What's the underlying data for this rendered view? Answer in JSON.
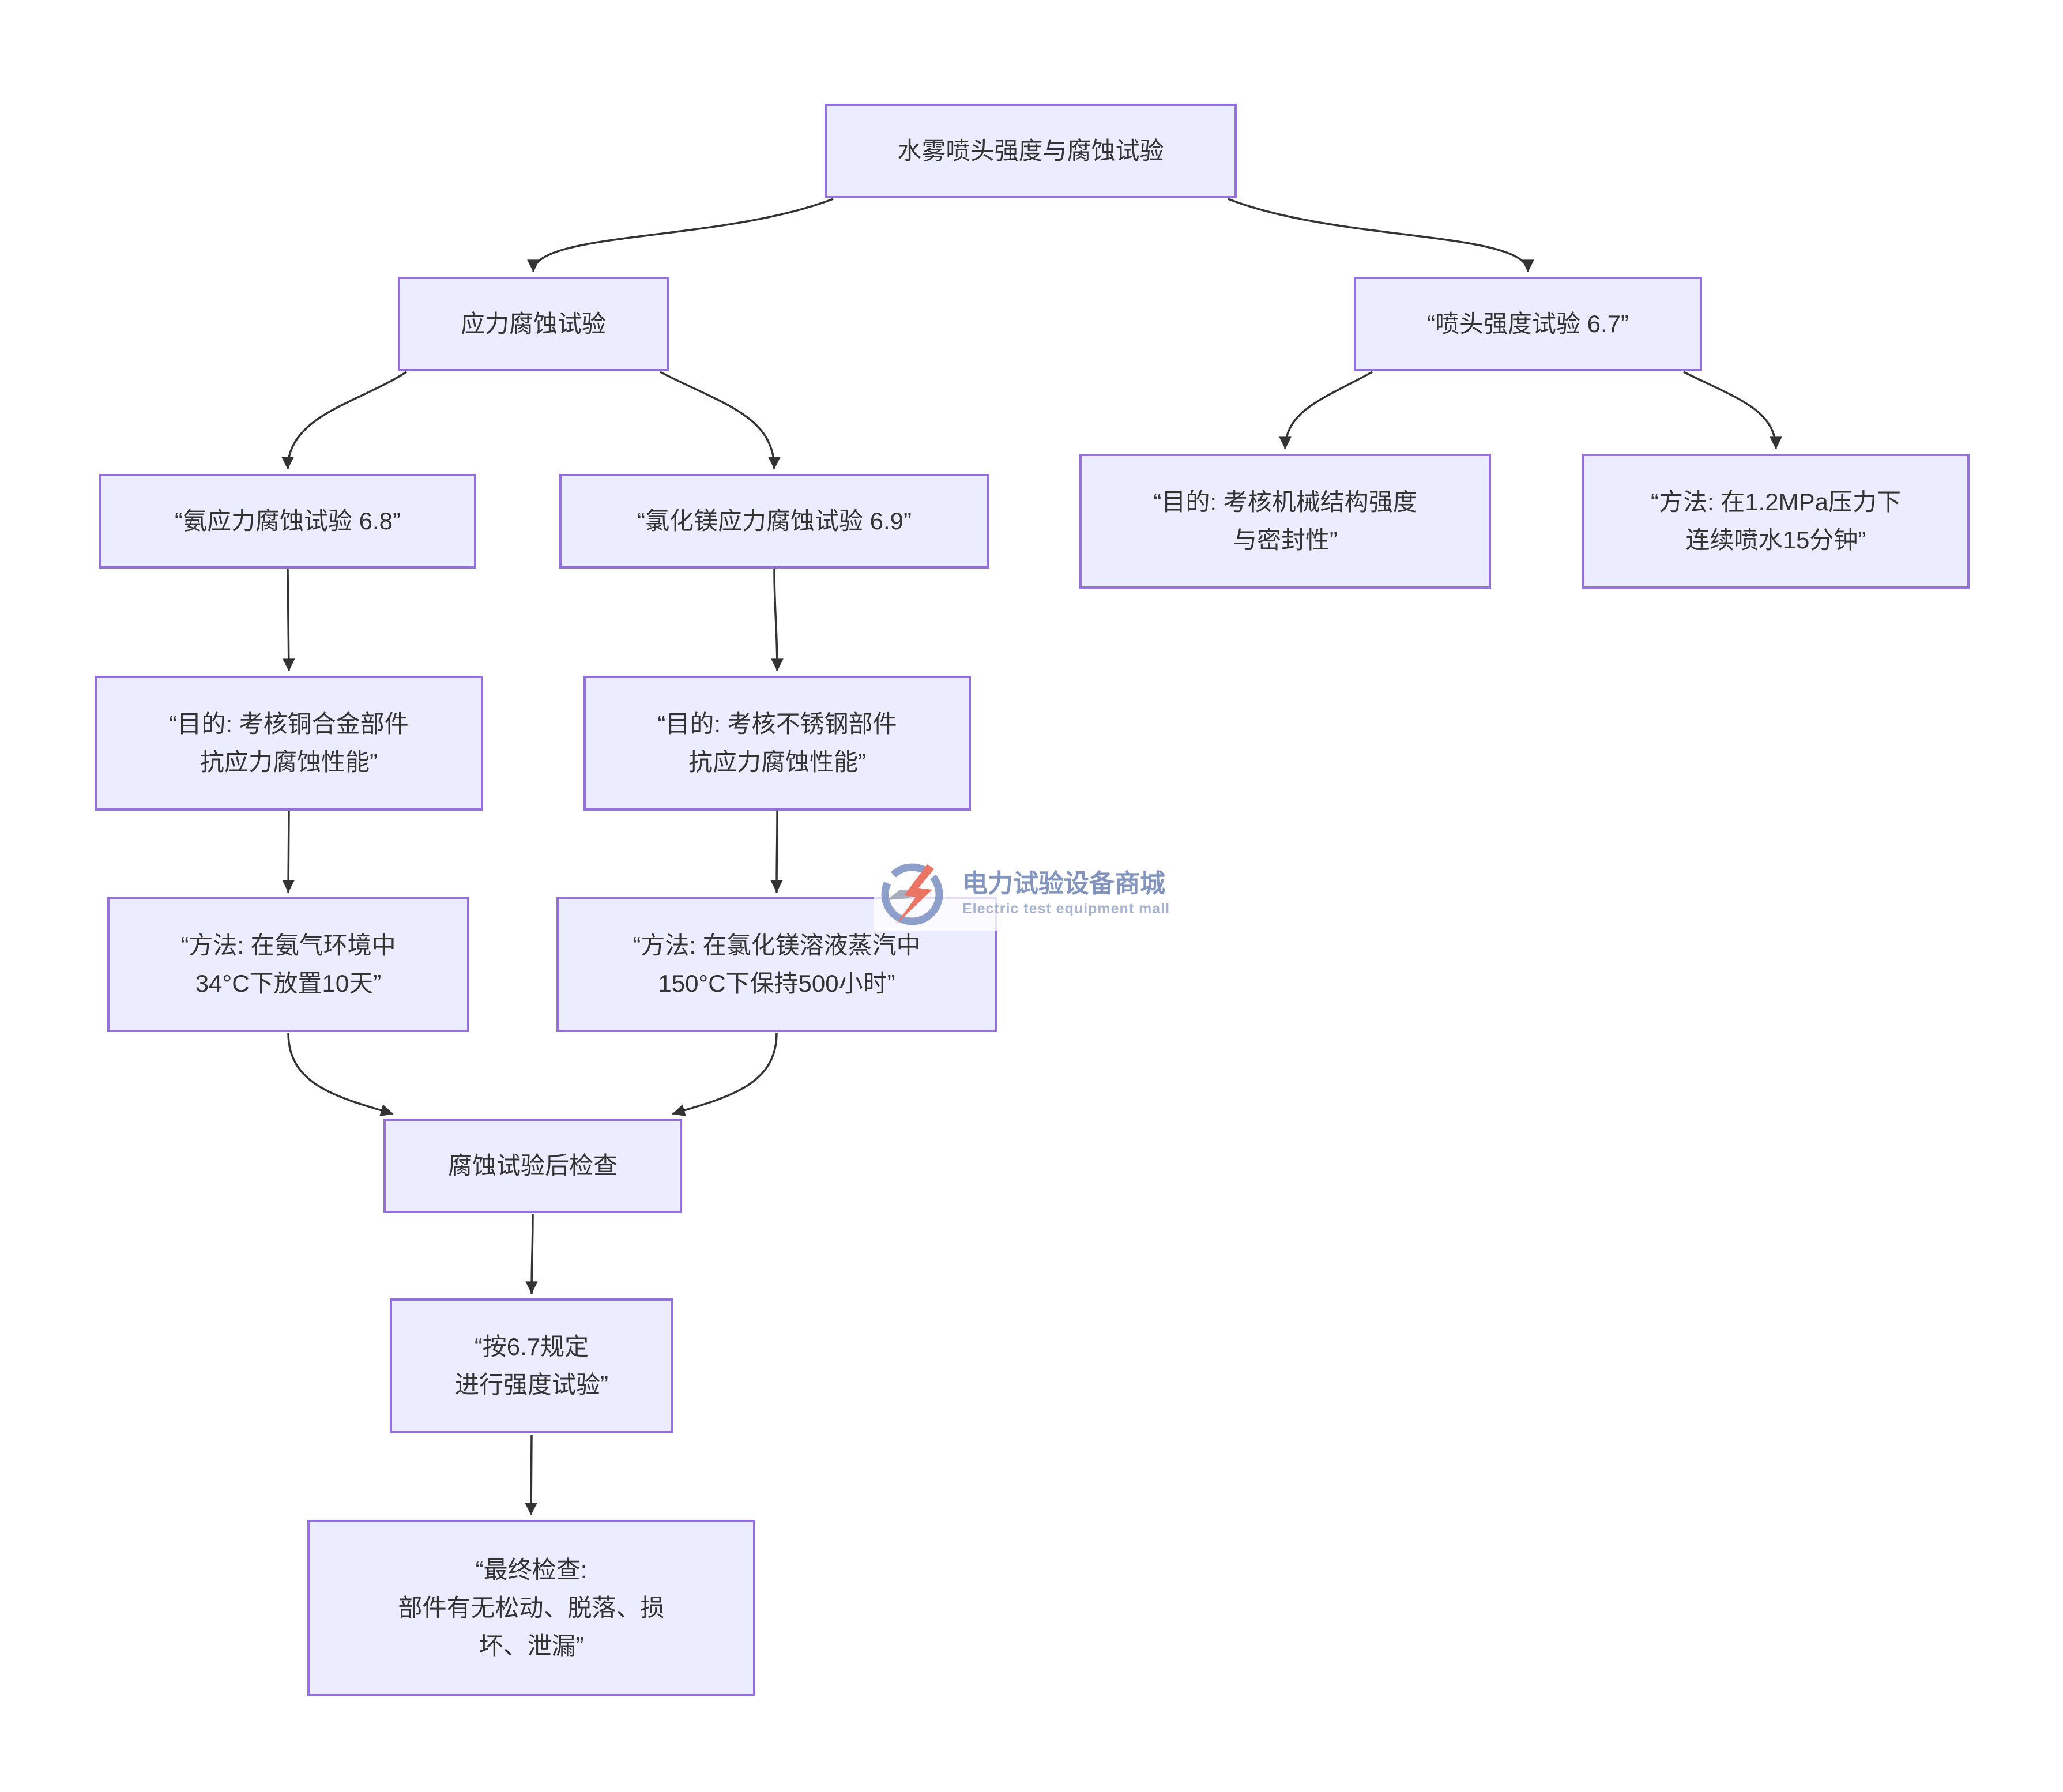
{
  "diagram": {
    "nodes": {
      "root": {
        "label": "水雾喷头强度与腐蚀试验"
      },
      "stress_corrosion": {
        "label": "应力腐蚀试验"
      },
      "nozzle_strength": {
        "label": "“喷头强度试验 6.7”"
      },
      "ammonia_test": {
        "label": "“氨应力腐蚀试验 6.8”"
      },
      "mgcl_test": {
        "label": "“氯化镁应力腐蚀试验 6.9”"
      },
      "strength_purpose": {
        "label": "“目的: 考核机械结构强度\n与密封性”"
      },
      "strength_method": {
        "label": "“方法: 在1.2MPa压力下\n连续喷水15分钟”"
      },
      "ammonia_purpose": {
        "label": "“目的: 考核铜合金部件\n抗应力腐蚀性能”"
      },
      "mgcl_purpose": {
        "label": "“目的: 考核不锈钢部件\n抗应力腐蚀性能”"
      },
      "ammonia_method": {
        "label": "“方法: 在氨气环境中\n34°C下放置10天”"
      },
      "mgcl_method": {
        "label": "“方法: 在氯化镁溶液蒸汽中\n150°C下保持500小时”"
      },
      "post_check": {
        "label": "腐蚀试验后检查"
      },
      "strength_retest": {
        "label": "“按6.7规定\n进行强度试验”"
      },
      "final_check": {
        "label": "“最终检查:\n部件有无松动、脱落、损\n坏、泄漏”"
      }
    },
    "style": {
      "node_fill": "#ECECFF",
      "node_border": "#9370DB",
      "text_color": "#333333",
      "edge_color": "#333333"
    }
  },
  "watermark": {
    "title": "电力试验设备商城",
    "subtitle": "Electric test equipment mall"
  }
}
